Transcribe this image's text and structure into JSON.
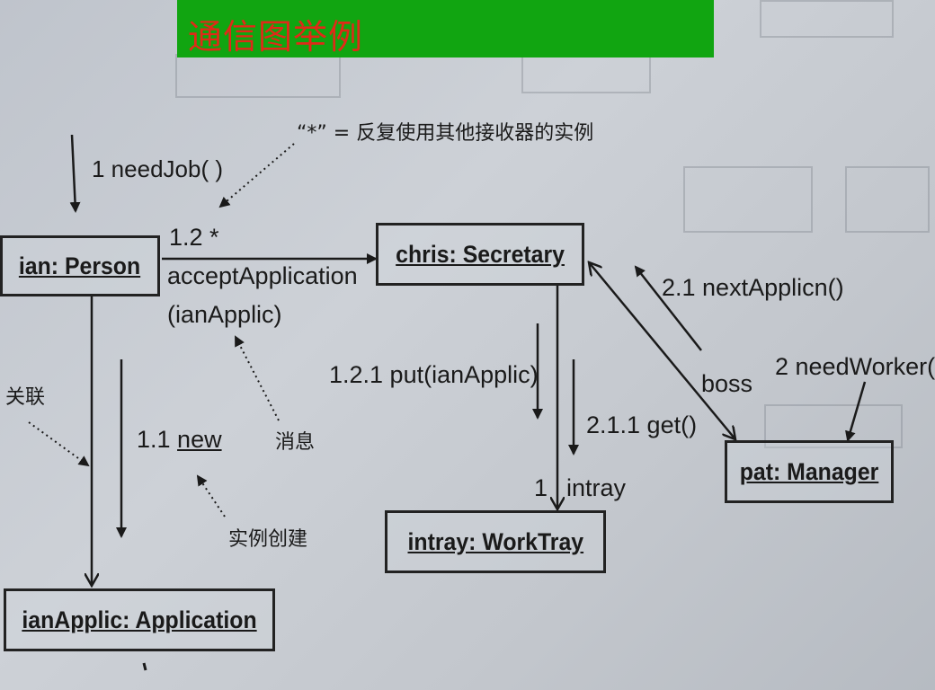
{
  "title": "通信图举例",
  "objects": {
    "person": "ian: Person",
    "secretary": "chris: Secretary",
    "manager": "pat: Manager",
    "worktray": "intray: WorkTray",
    "application": "ianApplic: Application"
  },
  "messages": {
    "need_job": "1 needJob( )",
    "accept_seq": "1.2 *",
    "accept_name": "acceptApplication",
    "accept_arg": "(ianApplic)",
    "new_seq": "1.1 ",
    "new_word": "new",
    "put": "1.2.1 put(ianApplic)",
    "get": "2.1.1 get()",
    "next": "2.1 nextApplicn()",
    "need_worker": "2 needWorker("
  },
  "link_labels": {
    "boss": "boss",
    "multiplicity": "1",
    "intray": "intray"
  },
  "annotations": {
    "star_note": "“*” = 反复使用其他接收器的实例",
    "association": "关联",
    "message": "消息",
    "instance_creation": "实例创建"
  }
}
